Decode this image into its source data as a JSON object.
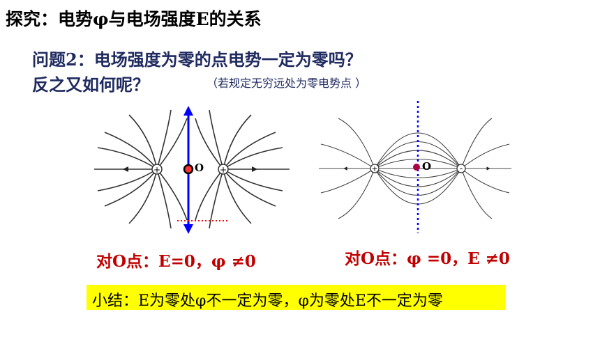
{
  "title": "探究：电势φ与电场强度E的关系",
  "question": {
    "line1": "问题2：电场强度为零的点电势一定为零吗？",
    "line2": "反之又如何呢？",
    "note": "（若规定无穷远处为零电势点 ）"
  },
  "figure_left": {
    "point_label": "O",
    "charge_left": "+",
    "charge_right": "+",
    "caption": "对O点：E=0，φ ≠0"
  },
  "figure_right": {
    "point_label": "O",
    "charge_left": "+",
    "charge_right": "-",
    "caption": "对O点：φ =0，E ≠0"
  },
  "summary": "小结：E为零处φ不一定为零，φ为零处E不一定为零",
  "colors": {
    "title_text": "#000000",
    "question_text": "#1f2a60",
    "caption_text": "#c00000",
    "summary_bg": "#ffff00",
    "axis_blue": "#0000ff",
    "dot_red": "#ff0000"
  }
}
